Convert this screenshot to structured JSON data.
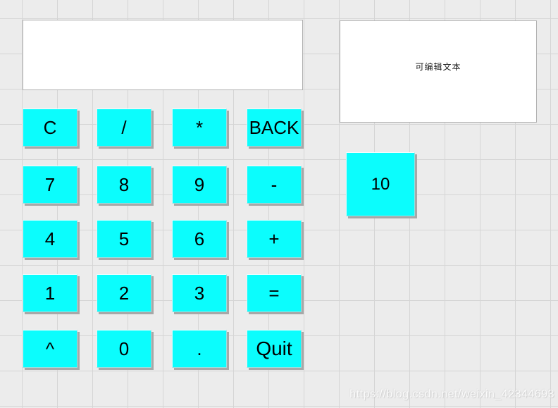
{
  "app": {
    "background_color": "#ececec",
    "grid_line_color": "#d5d5d5",
    "button_color": "#0bfdfd"
  },
  "display": {
    "value": ""
  },
  "text_panel": {
    "text": "可编辑文本"
  },
  "keypad": {
    "rows": [
      [
        "C",
        "/",
        "*",
        "BACK"
      ],
      [
        "7",
        "8",
        "9",
        "-"
      ],
      [
        "4",
        "5",
        "6",
        "+"
      ],
      [
        "1",
        "2",
        "3",
        "="
      ],
      [
        "^",
        "0",
        ".",
        "Quit"
      ]
    ]
  },
  "result_button": {
    "label": "10"
  },
  "watermark": {
    "text": "https://blog.csdn.net/weixin_42344693"
  }
}
